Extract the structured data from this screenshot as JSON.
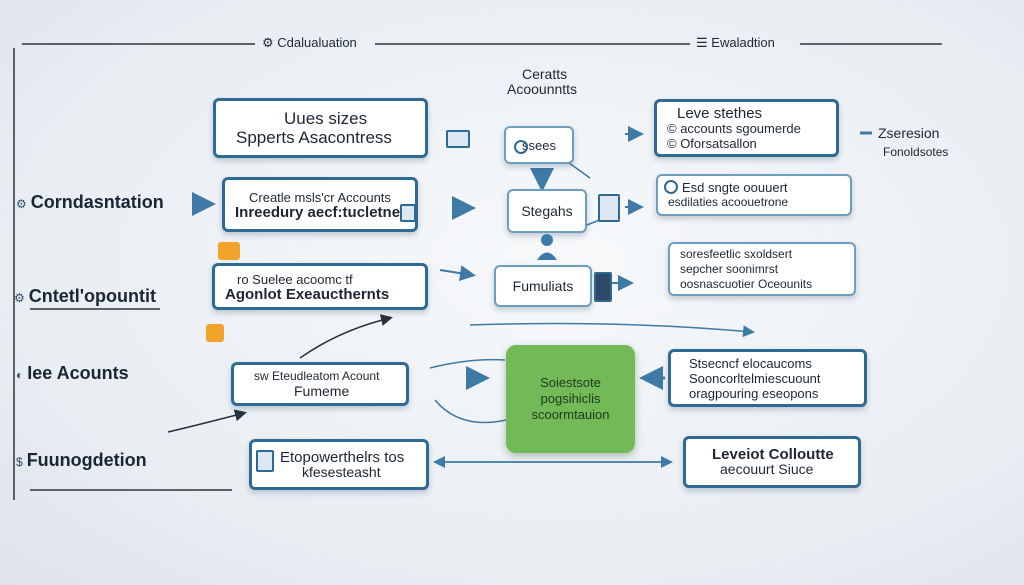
{
  "header": {
    "left_label": "Cdalualuation",
    "right_label": "Ewaladtion",
    "top_title_line1": "Ceratts",
    "top_title_line2": "Acoounntts"
  },
  "side_labels": {
    "cordausntation": "Corndasntation",
    "entelhopountit": "Cntetl'opountit",
    "lee_acounts": "Iee Acounts",
    "funogdetion": "Fuunogdetion"
  },
  "right_labels": {
    "zseresion": "Zseresion",
    "fonoldsdtes": "Fonoldsotes"
  },
  "boxes": {
    "box1_l1": "Uues sizes",
    "box1_l2": "Spperts Asacontress",
    "box2_l1": "Creatle msls'cr Accounts",
    "box2_l2": "Inreedury aecf:tucletne",
    "box3_l1": "ro Suelee acoomc tf",
    "box3_l2": "Agonlot Exeaucthernts",
    "box4_l1": "sw Eteudleatom Acount",
    "box4_l2": "Fumeme",
    "box5_l1": "Etopowerthelrs tos",
    "box5_l2": "kfesesteasht",
    "small_sses": "ssees",
    "stegahs": "Stegahs",
    "fumuliats": "Fumuliats",
    "r1_l1": "Leve stethes",
    "r1_l2": "© accounts sgoumerde",
    "r1_l3": "© Oforsatsallon",
    "r2_l1": "Esd sngte oouuert",
    "r2_l2": "esdilaties acoouetrone",
    "r3_l1": "soresfeetlic sxoldsert",
    "r3_l2": "sepcher soonimrst",
    "r3_l3": "oosnascuotier Oceounits",
    "r4_l1": "Stsecncf elocaucoms",
    "r4_l2": "Sooncorltelmiescuount",
    "r4_l3": "oragpouring eseopons",
    "r5_l1": "Leveiot Colloutte",
    "r5_l2": "aecouurt Siuce"
  },
  "center": {
    "l1": "Soiestsote",
    "l2": "pogsihiclis",
    "l3": "scoormtauion"
  },
  "colors": {
    "box_border": "#2f6a93",
    "green": "#72b957",
    "arrow": "#3d7aa5"
  }
}
